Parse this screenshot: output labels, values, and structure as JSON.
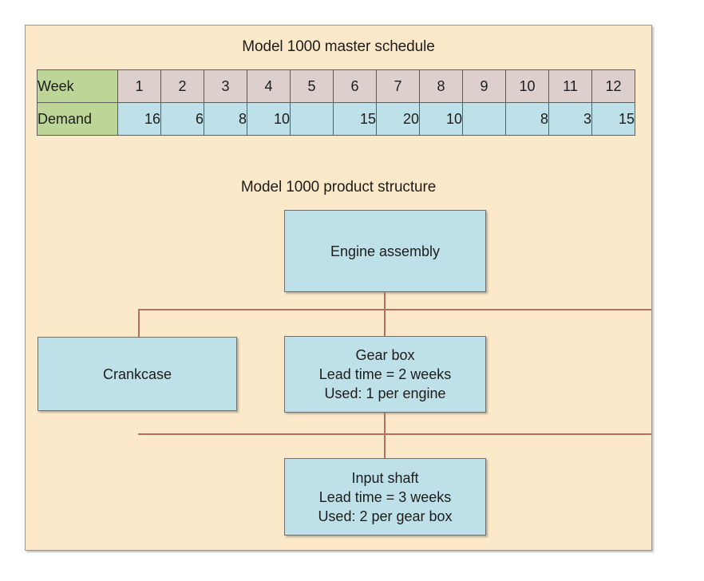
{
  "figure": {
    "schedule_title": "Model 1000 master schedule",
    "structure_title": "Model 1000 product structure",
    "colors": {
      "background": "#fce9c9",
      "row_label": "#bdd698",
      "week_cell": "#ddd0cc",
      "demand_cell": "#bee0e8",
      "node_fill": "#bee0e8",
      "connector": "#b5705f",
      "border": "#5d5d5a"
    }
  },
  "schedule": {
    "row_labels": [
      "Week",
      "Demand"
    ],
    "weeks": [
      "1",
      "2",
      "3",
      "4",
      "5",
      "6",
      "7",
      "8",
      "9",
      "10",
      "11",
      "12"
    ],
    "demand": [
      "16",
      "6",
      "8",
      "10",
      "",
      "15",
      "20",
      "10",
      "",
      "8",
      "3",
      "15"
    ]
  },
  "structure": {
    "nodes": [
      {
        "id": "engine",
        "lines": [
          "Engine assembly"
        ]
      },
      {
        "id": "crankcase",
        "lines": [
          "Crankcase"
        ]
      },
      {
        "id": "gearbox",
        "lines": [
          "Gear box",
          "Lead time = 2 weeks",
          "Used: 1 per engine"
        ]
      },
      {
        "id": "inputshaft",
        "lines": [
          "Input shaft",
          "Lead time = 3 weeks",
          "Used: 2 per gear box"
        ]
      }
    ]
  },
  "chart_data": {
    "type": "table",
    "title": "Model 1000 master schedule",
    "categories": [
      "1",
      "2",
      "3",
      "4",
      "5",
      "6",
      "7",
      "8",
      "9",
      "10",
      "11",
      "12"
    ],
    "xlabel": "Week",
    "ylabel": "Demand",
    "values": [
      16,
      6,
      8,
      10,
      null,
      15,
      20,
      10,
      null,
      8,
      3,
      15
    ],
    "series": [
      {
        "name": "Demand",
        "values": [
          16,
          6,
          8,
          10,
          null,
          15,
          20,
          10,
          null,
          8,
          3,
          15
        ]
      }
    ]
  }
}
